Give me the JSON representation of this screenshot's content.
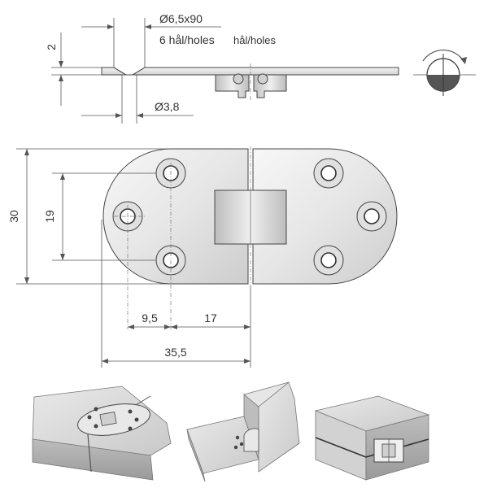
{
  "dimensions": {
    "countersink": "Ø6,5x90",
    "holes_note_a": "6 hål/holes",
    "holes_note_b": "hål/holes",
    "thickness": "2",
    "hole_diameter": "Ø3,8",
    "height": "30",
    "hole_spacing_vertical": "19",
    "offset_a": "9,5",
    "offset_b": "17",
    "leaf_width": "35,5"
  },
  "colors": {
    "metal_light": "#f2f2f2",
    "metal_mid": "#d9d9d9",
    "metal_dark": "#a8a8a8",
    "line": "#444444",
    "wood": "#cfcfcf"
  },
  "icons": {
    "rotation": "rotation-symbol-icon"
  }
}
